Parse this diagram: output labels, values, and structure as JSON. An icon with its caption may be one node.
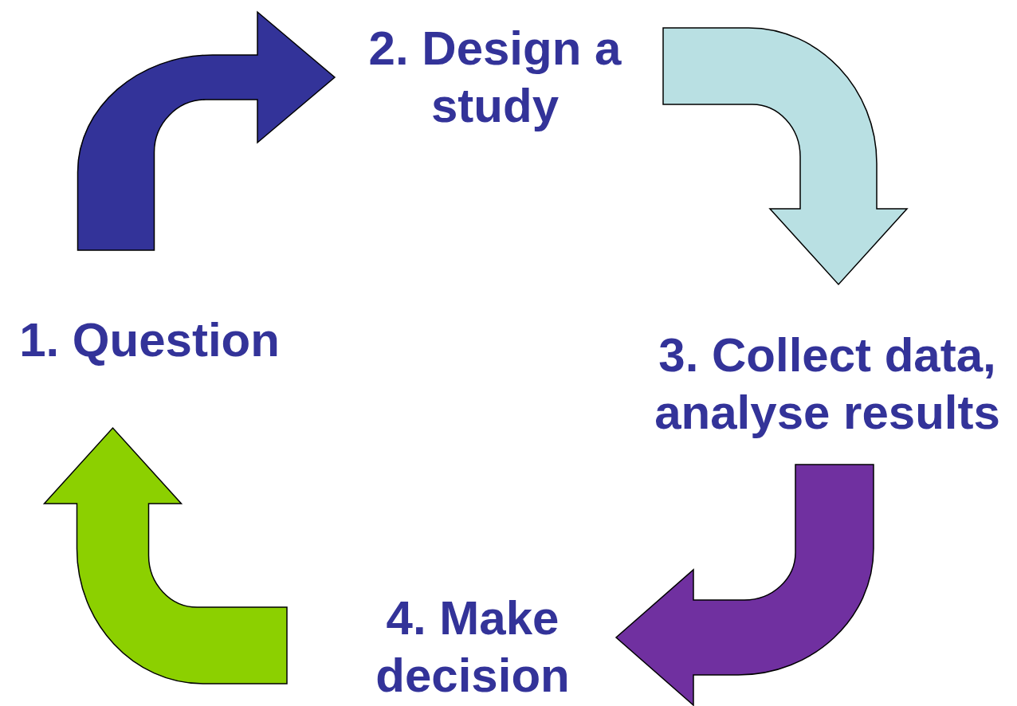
{
  "diagram": {
    "nodes": [
      {
        "text": [
          "1. Question"
        ]
      },
      {
        "text": [
          "2. Design a study"
        ]
      },
      {
        "text": [
          "3. Collect data, analyse results"
        ]
      },
      {
        "text": [
          "4. Make decision"
        ]
      }
    ],
    "edges": [
      {
        "from": 0,
        "to": 1,
        "arrow": "to",
        "color": "#333399"
      },
      {
        "from": 1,
        "to": 2,
        "arrow": "to",
        "color": "#b9e0e3"
      },
      {
        "from": 2,
        "to": 3,
        "arrow": "to",
        "color": "#7030a0"
      },
      {
        "from": 3,
        "to": 0,
        "arrow": "to",
        "color": "#8cd000"
      }
    ]
  }
}
